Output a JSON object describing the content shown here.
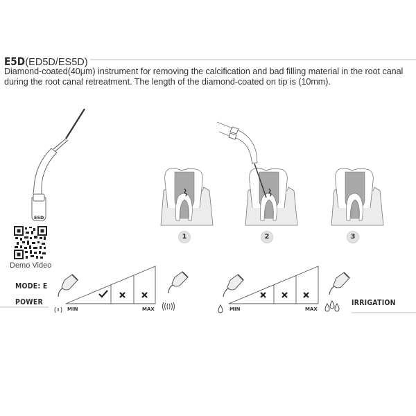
{
  "header": {
    "model": "E5D",
    "variants": "(ED5D/ES5D)",
    "description": "Diamond-coated(40μm) instrument for removing the calcification and bad filling material in the root canal during the root canal retreatment. The length of the diamond-coated on tip is (10mm)."
  },
  "instrument": {
    "tip_label": "E5D",
    "qr_caption": "Demo Video"
  },
  "steps": [
    {
      "number": "1"
    },
    {
      "number": "2"
    },
    {
      "number": "3"
    }
  ],
  "power": {
    "mode_label": "MODE: E",
    "label": "POWER",
    "min_label": "MIN",
    "max_label": "MAX",
    "levels": [
      "check",
      "x",
      "x"
    ]
  },
  "irrigation": {
    "label": "IRRIGATION",
    "min_label": "MIN",
    "max_label": "MAX",
    "levels": [
      "x",
      "x",
      "x"
    ]
  }
}
